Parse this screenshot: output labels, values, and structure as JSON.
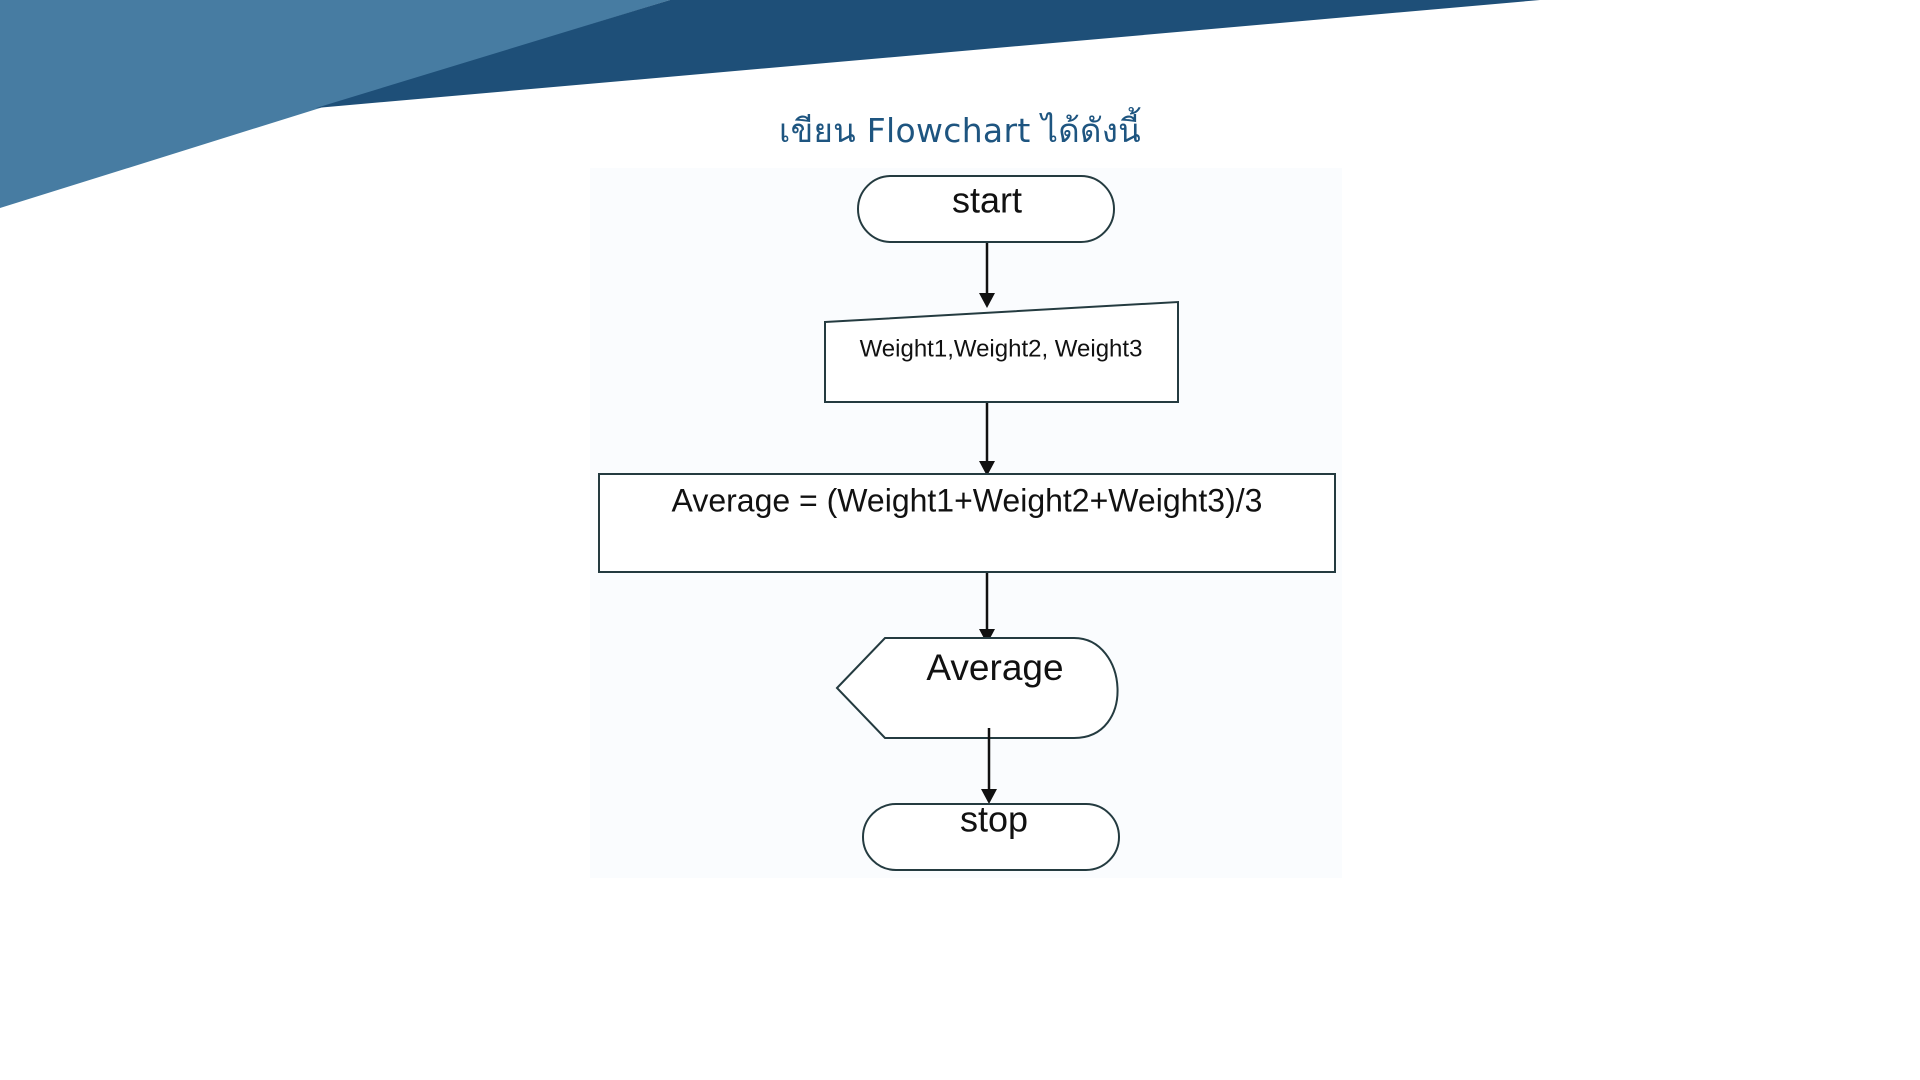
{
  "slide": {
    "title": "เขียน Flowchart ได้ดังนี้",
    "colors": {
      "banner_light": "#477ca2",
      "banner_dark": "#1e4f78",
      "title": "#1e5580",
      "shape_stroke": "#243b40",
      "panel_background": "#fafcfe"
    }
  },
  "flowchart": {
    "nodes": [
      {
        "id": "start",
        "shape": "terminator",
        "label": "start"
      },
      {
        "id": "input",
        "shape": "manual-input",
        "label": "Weight1,Weight2, Weight3"
      },
      {
        "id": "process",
        "shape": "process",
        "label": "Average = (Weight1+Weight2+Weight3)/3"
      },
      {
        "id": "display",
        "shape": "display",
        "label": "Average"
      },
      {
        "id": "stop",
        "shape": "terminator",
        "label": "stop"
      }
    ],
    "edges": [
      {
        "from": "start",
        "to": "input"
      },
      {
        "from": "input",
        "to": "process"
      },
      {
        "from": "process",
        "to": "display"
      },
      {
        "from": "display",
        "to": "stop"
      }
    ]
  }
}
